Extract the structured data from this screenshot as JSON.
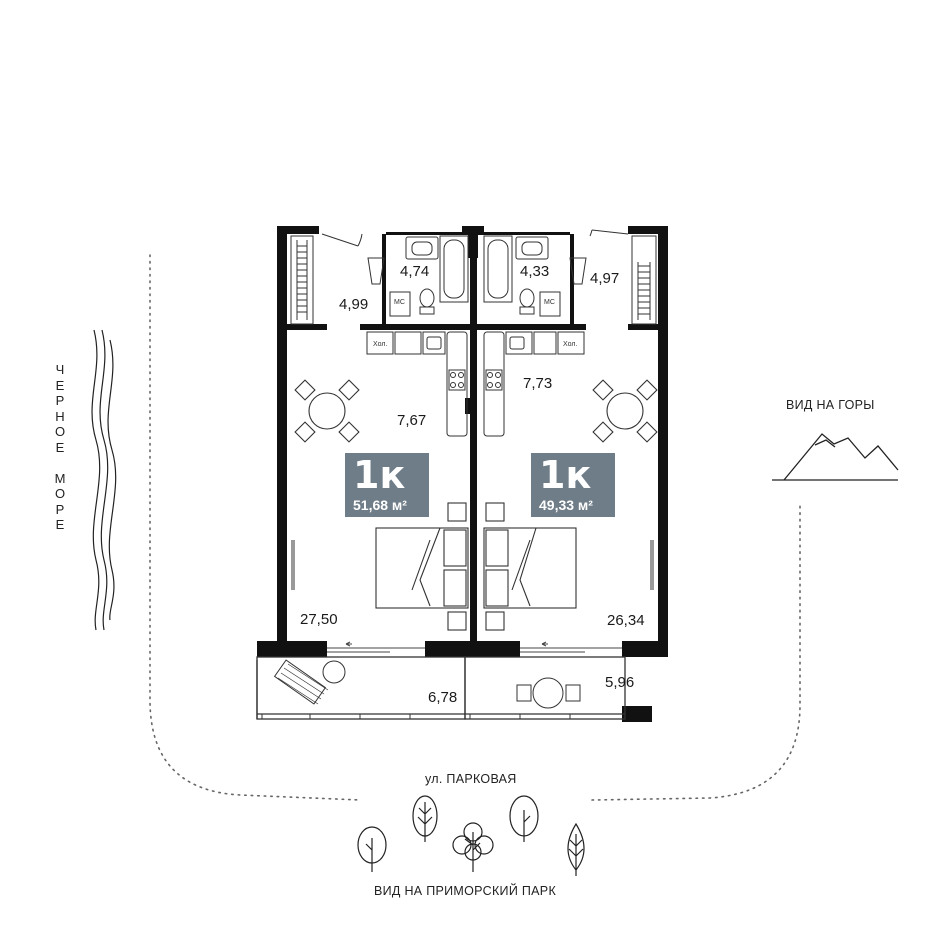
{
  "apartments": [
    {
      "rooms_label": "1к",
      "area_label": "51,68 м²",
      "room_areas": {
        "hall": "4,99",
        "bathroom": "4,74",
        "kitchen": "7,67",
        "living": "27,50",
        "balcony": "6,78"
      }
    },
    {
      "rooms_label": "1к",
      "area_label": "49,33 м²",
      "room_areas": {
        "bathroom": "4,33",
        "hall": "4,97",
        "kitchen": "7,73",
        "living": "26,34",
        "balcony": "5,96"
      }
    }
  ],
  "fixture_labels": {
    "fridge": "Хол.",
    "washer": "МС"
  },
  "surroundings": {
    "sea": [
      "Ч",
      "Е",
      "Р",
      "Н",
      "О",
      "Е",
      "",
      "М",
      "О",
      "Р",
      "Е"
    ],
    "mountains": "ВИД НА ГОРЫ",
    "street": "ул. ПАРКОВАЯ",
    "park": "ВИД НА ПРИМОРСКИЙ ПАРК"
  },
  "colors": {
    "wall": "#111111",
    "badge": "#6f7d88",
    "line": "#222222"
  },
  "icons": [
    "wave-icon",
    "mountain-icon",
    "tree-icon"
  ]
}
